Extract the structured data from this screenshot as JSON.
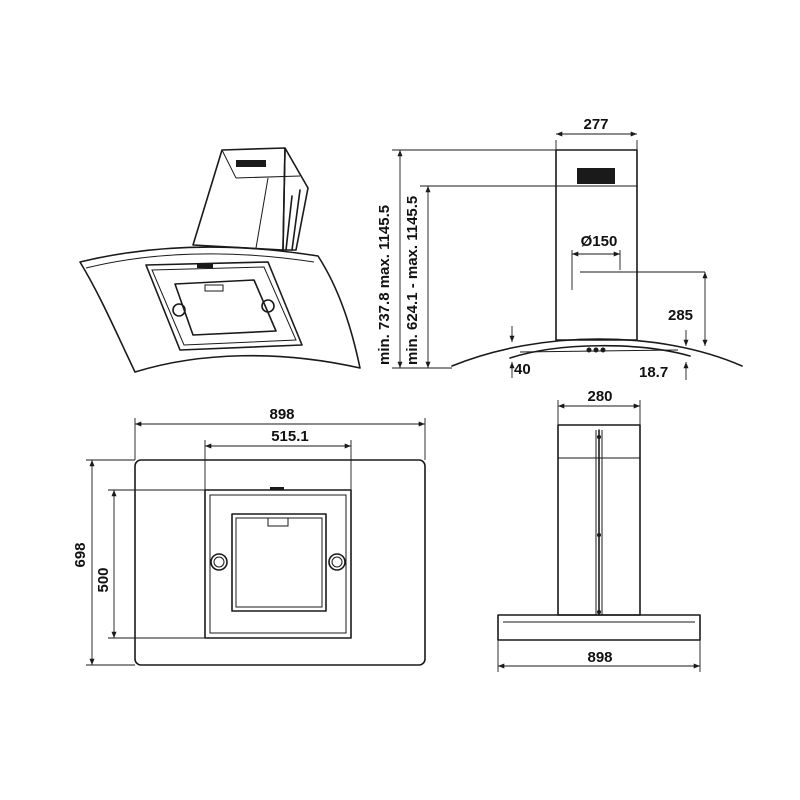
{
  "dimensions": {
    "top_width_277": "277",
    "duct_diameter": "Ø150",
    "height_range_outer": "min. 737.8 max. 1145.5",
    "height_range_inner": "min. 624.1 - max. 1145.5",
    "depth_285": "285",
    "offset_40": "40",
    "offset_18_7": "18.7",
    "front_width_898": "898",
    "front_inner_515_1": "515.1",
    "front_height_698": "698",
    "front_inner_500": "500",
    "side_top_280": "280",
    "side_width_898": "898"
  }
}
